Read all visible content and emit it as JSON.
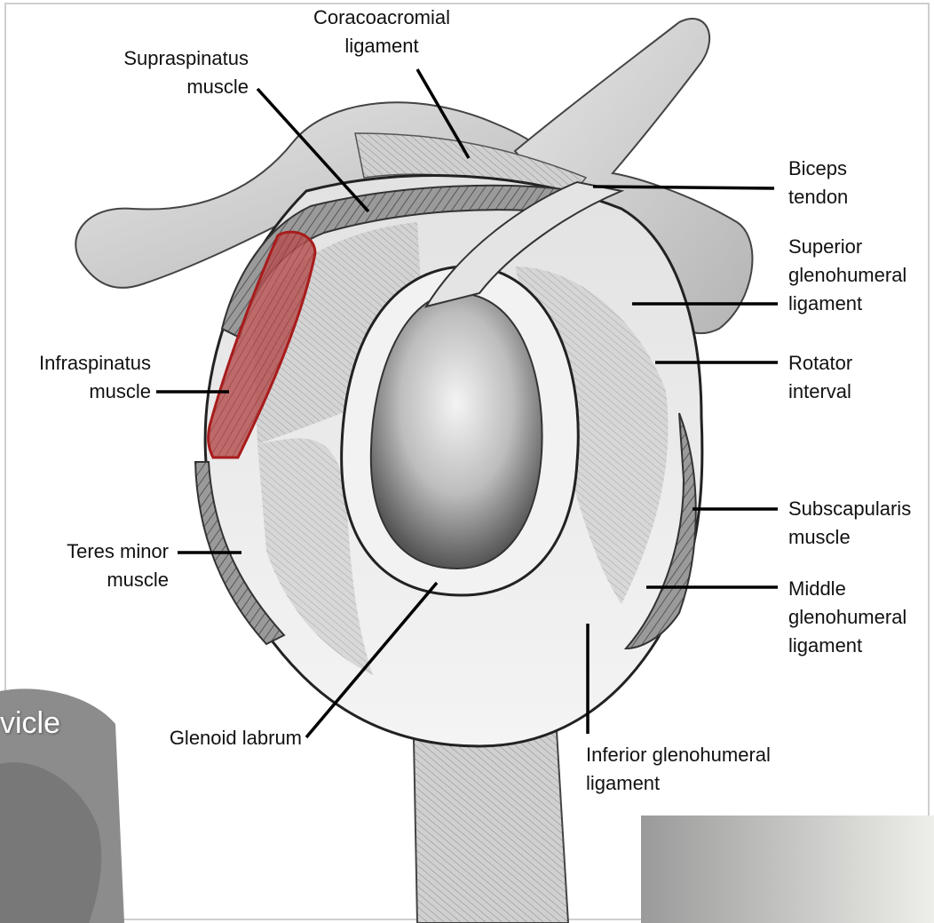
{
  "labels": {
    "coracoacromial_ligament": "Coracoacromial\nligament",
    "supraspinatus_muscle": "Supraspinatus\nmuscle",
    "biceps_tendon": "Biceps\ntendon",
    "superior_glenohumeral_ligament": "Superior\nglenohumeral\nligament",
    "infraspinatus_muscle": "Infraspinatus\nmuscle",
    "rotator_interval": "Rotator\ninterval",
    "subscapularis_muscle": "Subscapularis\nmuscle",
    "teres_minor_muscle": "Teres minor\nmuscle",
    "middle_glenohumeral_ligament": "Middle\nglenohumeral\nligament",
    "glenoid_labrum": "Glenoid labrum",
    "inferior_glenohumeral_ligament": "Inferior glenohumeral\nligament"
  },
  "inset": {
    "partial_text": "vicle"
  },
  "colors": {
    "highlight_fill": "#b94a4a",
    "highlight_stroke": "#a81c1c",
    "leader_line": "#000000"
  }
}
